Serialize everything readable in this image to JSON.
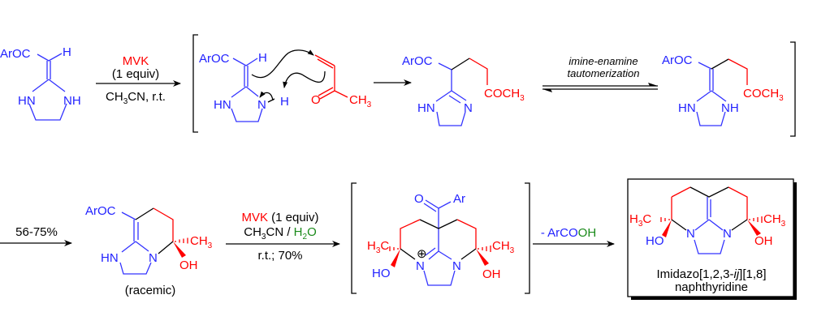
{
  "colors": {
    "nitrogen_fragment": "#2222ff",
    "mvk_fragment": "#ff0000",
    "water": "#1a8a1a",
    "arrows": "#000000"
  },
  "step1": {
    "reagent": "MVK",
    "equiv": "(1 equiv)",
    "solvent": {
      "a": "CH",
      "sub": "3",
      "b": "CN, r.t."
    }
  },
  "start": {
    "aroc": "ArOC",
    "h": "H",
    "hn": "HN",
    "nh": "NH"
  },
  "intermediate1": {
    "aroc": "ArOC",
    "h": "H",
    "hn": "HN",
    "n": "N",
    "nh_h": "H",
    "o": "O",
    "ch3": "CH",
    "ch3_sub": "3"
  },
  "intermediate2": {
    "aroc": "ArOC",
    "hn": "HN",
    "n": "N",
    "coch3": "COCH",
    "coch3_sub": "3"
  },
  "tautomerization": {
    "line1": "imine-enamine",
    "line2": "tautomerization"
  },
  "intermediate3": {
    "aroc": "ArOC",
    "hn": "HN",
    "nh": "NH",
    "coch3": "COCH",
    "coch3_sub": "3"
  },
  "step2": {
    "yield": "56-75%"
  },
  "product1": {
    "aroc": "ArOC",
    "hn": "HN",
    "n": "N",
    "ch3": "CH",
    "ch3_sub": "3",
    "oh": "OH",
    "note": "(racemic)"
  },
  "step3": {
    "reagent": "MVK",
    "equiv": " (1 equiv)",
    "solvent_a": "CH",
    "solvent_sub": "3",
    "solvent_b": "CN / ",
    "water_a": "H",
    "water_sub": "2",
    "water_b": "O",
    "conditions": "r.t.; 70%"
  },
  "intermediate4": {
    "o": "O",
    "ar": "Ar",
    "h3c_a": "H",
    "h3c_sub": "3",
    "h3c_b": "C",
    "ho": "HO",
    "n_plus": "N",
    "plus": "⊕",
    "n": "N",
    "ch3": "CH",
    "ch3_sub": "3",
    "oh": "OH"
  },
  "step4": {
    "loss_a": "- ArCO",
    "loss_b": "OH"
  },
  "final_product": {
    "h3c_a": "H",
    "h3c_sub": "3",
    "h3c_b": "C",
    "ho": "HO",
    "n1": "N",
    "n2": "N",
    "ch3": "CH",
    "ch3_sub": "3",
    "oh": "OH",
    "name_a": "Imidazo[1,2,3-",
    "name_it": "ij",
    "name_b": "][1,8]",
    "name_line2": "naphthyridine"
  }
}
